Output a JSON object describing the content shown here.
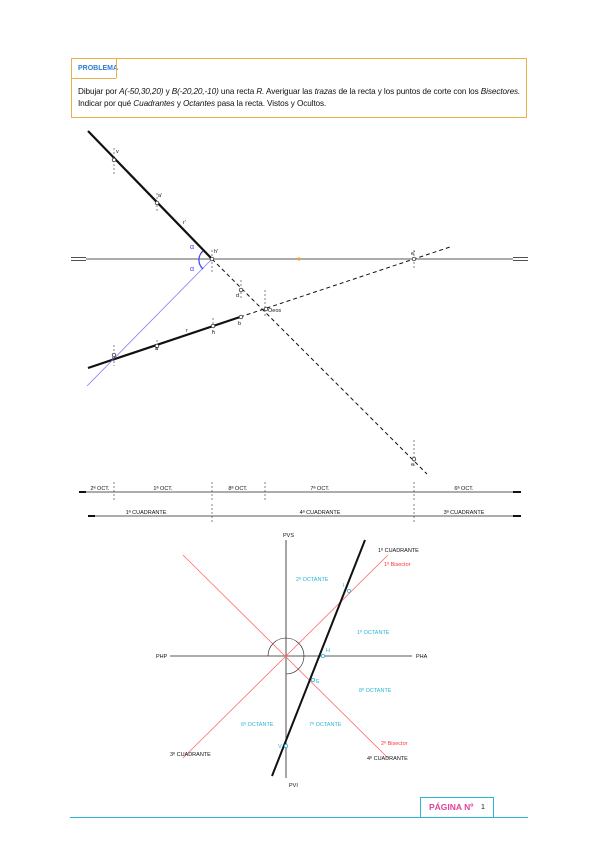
{
  "problem": {
    "label": "PROBLEMA",
    "line1_a": "Dibujar por ",
    "line1_b": "A(-50,30,20)",
    "line1_c": " y ",
    "line1_d": "B(-20,20,-10)",
    "line1_e": " una recta ",
    "line1_f": "R.",
    "line1_g": " Averiguar las ",
    "line1_h": "trazas",
    "line1_i": " de la recta y los puntos de corte con los ",
    "line1_j": "Bisectores.",
    "line2_a": "Indicar por qué ",
    "line2_b": "Cuadrantes",
    "line2_c": " y ",
    "line2_d": "Octantes",
    "line2_e": " pasa la recta. Vistos y Ocultos."
  },
  "upper_drawing": {
    "labels": {
      "v2": "v",
      "a2": "a'",
      "r2": "r'",
      "b2": "b'",
      "alpha1": "α",
      "alpha2": "α",
      "h2": "h'",
      "a_low": "a",
      "r1": "r",
      "b_low": "b",
      "d": "d",
      "h_mid": "h",
      "e": "e",
      "e2": "e'",
      "cruce": "Oeos",
      "v1": "v"
    }
  },
  "octants_bar": {
    "cells": [
      "2ª OCT.",
      "1ª OCT.",
      "8ª OCT.",
      "7ª OCT.",
      "6ª OCT."
    ]
  },
  "quadrants_bar": {
    "cells": [
      "1ª CUADRANTE",
      "4ª CUADRANTE",
      "3ª CUADRANTE"
    ]
  },
  "lower_diagram": {
    "pvs": "PVS",
    "pvi": "PVI",
    "php": "PHP",
    "pha": "PHA",
    "q1": "1º CUADRANTE",
    "q3": "3º CUADRANTE",
    "q4": "4º CUADRANTE",
    "bis1": "1º Bisector",
    "bis2": "2º Bisector",
    "oct2": "2º OCTANTE",
    "oct1": "1º OCTANTE",
    "oct8": "8º OCTANTE",
    "oct6": "6º OCTANTE",
    "oct7": "7º OCTANTE",
    "pt_i": "I",
    "pt_h": "H",
    "pt_e": "E",
    "pt_v": "V"
  },
  "footer": {
    "page_label": "PÁGINA Nº",
    "page_number": "1"
  },
  "colors": {
    "accent_orange": "#e8b04a",
    "title_blue": "#2a7fd4",
    "cyan": "#29b6d8",
    "red": "#ff5555",
    "magenta": "#e0439a",
    "bisector_blue": "#7b7bff"
  }
}
